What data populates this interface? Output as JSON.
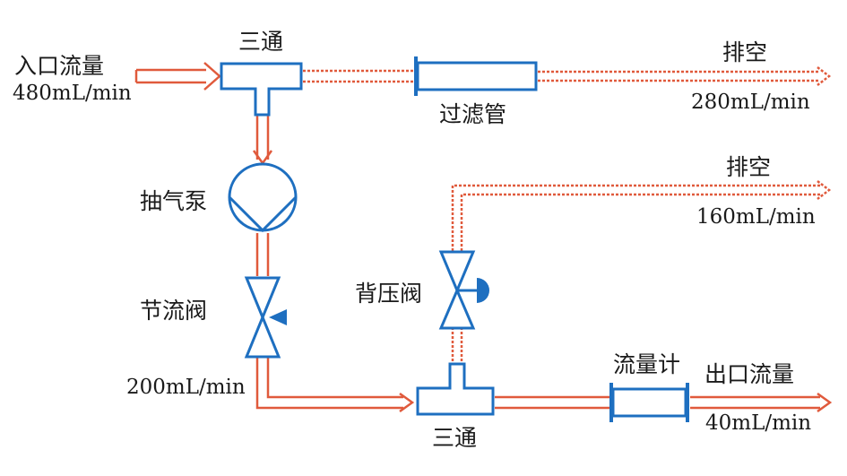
{
  "colors": {
    "component": "#1e6fc0",
    "pipe": "#e05a3c"
  },
  "labels": {
    "inlet": "入口流量",
    "inlet_flow": "480mL/min",
    "tee_top": "三通",
    "filter": "过滤管",
    "vent_top": "排空",
    "vent_top_flow": "280mL/min",
    "pump": "抽气泵",
    "vent_mid": "排空",
    "vent_mid_flow": "160mL/min",
    "back_pressure_valve": "背压阀",
    "throttle_valve": "节流阀",
    "throttle_flow": "200mL/min",
    "flowmeter": "流量计",
    "outlet": "出口流量",
    "outlet_flow": "40mL/min",
    "tee_bottom": "三通"
  }
}
